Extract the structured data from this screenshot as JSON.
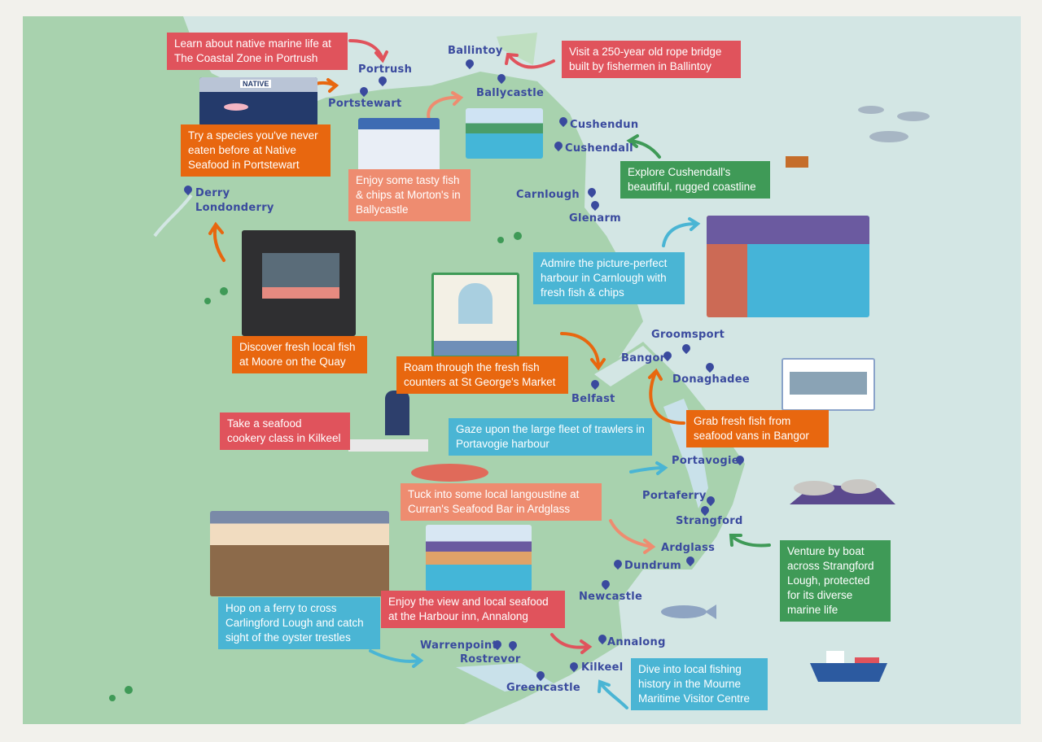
{
  "colors": {
    "sea": "#d3e6e4",
    "land": "#a8d2ae",
    "land_light": "#bfdfc1",
    "paper": "#f2f1ec",
    "place_name": "#3a4a9e",
    "red": "#e0535c",
    "orange": "#e8670f",
    "salmon": "#ee8c70",
    "blue": "#4ab5d4",
    "green": "#3f9a57"
  },
  "callouts": [
    {
      "id": "coastal-zone",
      "text": "Learn about native marine life at The Coastal Zone in Portrush",
      "color": "red"
    },
    {
      "id": "rope-bridge",
      "text": "Visit a 250-year old rope bridge built  by fishermen in Ballintoy",
      "color": "red"
    },
    {
      "id": "native-seafood",
      "text": "Try a species you've never eaten before at Native Seafood in Portstewart",
      "color": "orange"
    },
    {
      "id": "mortons",
      "text": "Enjoy some tasty fish & chips at Morton's in Ballycastle",
      "color": "salmon"
    },
    {
      "id": "cushendall",
      "text": "Explore Cushendall's beautiful, rugged coastline",
      "color": "green"
    },
    {
      "id": "carnlough",
      "text": "Admire the picture-perfect harbour in Carnlough with fresh fish & chips",
      "color": "blue"
    },
    {
      "id": "moore-quay",
      "text": "Discover fresh local fish at Moore on the Quay",
      "color": "orange"
    },
    {
      "id": "st-georges",
      "text": "Roam through the fresh fish counters at St George's Market",
      "color": "orange"
    },
    {
      "id": "cookery",
      "text": "Take a seafood cookery class in Kilkeel",
      "color": "red"
    },
    {
      "id": "portavogie",
      "text": "Gaze upon the large fleet of trawlers in Portavogie harbour",
      "color": "blue"
    },
    {
      "id": "bangor-vans",
      "text": "Grab fresh fish from seafood vans in Bangor",
      "color": "orange"
    },
    {
      "id": "currans",
      "text": "Tuck into some local langoustine at Curran's Seafood Bar in Ardglass",
      "color": "salmon"
    },
    {
      "id": "strangford",
      "text": "Venture by boat across Strangford Lough, protected for its diverse marine life",
      "color": "green"
    },
    {
      "id": "harbour-inn",
      "text": "Enjoy the view and local seafood at the Harbour inn, Annalong",
      "color": "red"
    },
    {
      "id": "carlingford",
      "text": "Hop on a ferry to cross Carlingford Lough and catch sight of the oyster trestles",
      "color": "blue"
    },
    {
      "id": "mourne",
      "text": "Dive into local fishing history in the Mourne Maritime Visitor Centre",
      "color": "blue"
    }
  ],
  "places": [
    "Portrush",
    "Portstewart",
    "Ballintoy",
    "Ballycastle",
    "Cushendun",
    "Cushendall",
    "Carnlough",
    "Glenarm",
    "Derry",
    "Londonderry",
    "Groomsport",
    "Bangor",
    "Donaghadee",
    "Belfast",
    "Portavogie",
    "Portaferry",
    "Strangford",
    "Ardglass",
    "Dundrum",
    "Newcastle",
    "Annalong",
    "Kilkeel",
    "Warrenpoint",
    "Rostrevor",
    "Greencastle"
  ],
  "illustrations": {
    "native_sign": "NATIVE"
  }
}
